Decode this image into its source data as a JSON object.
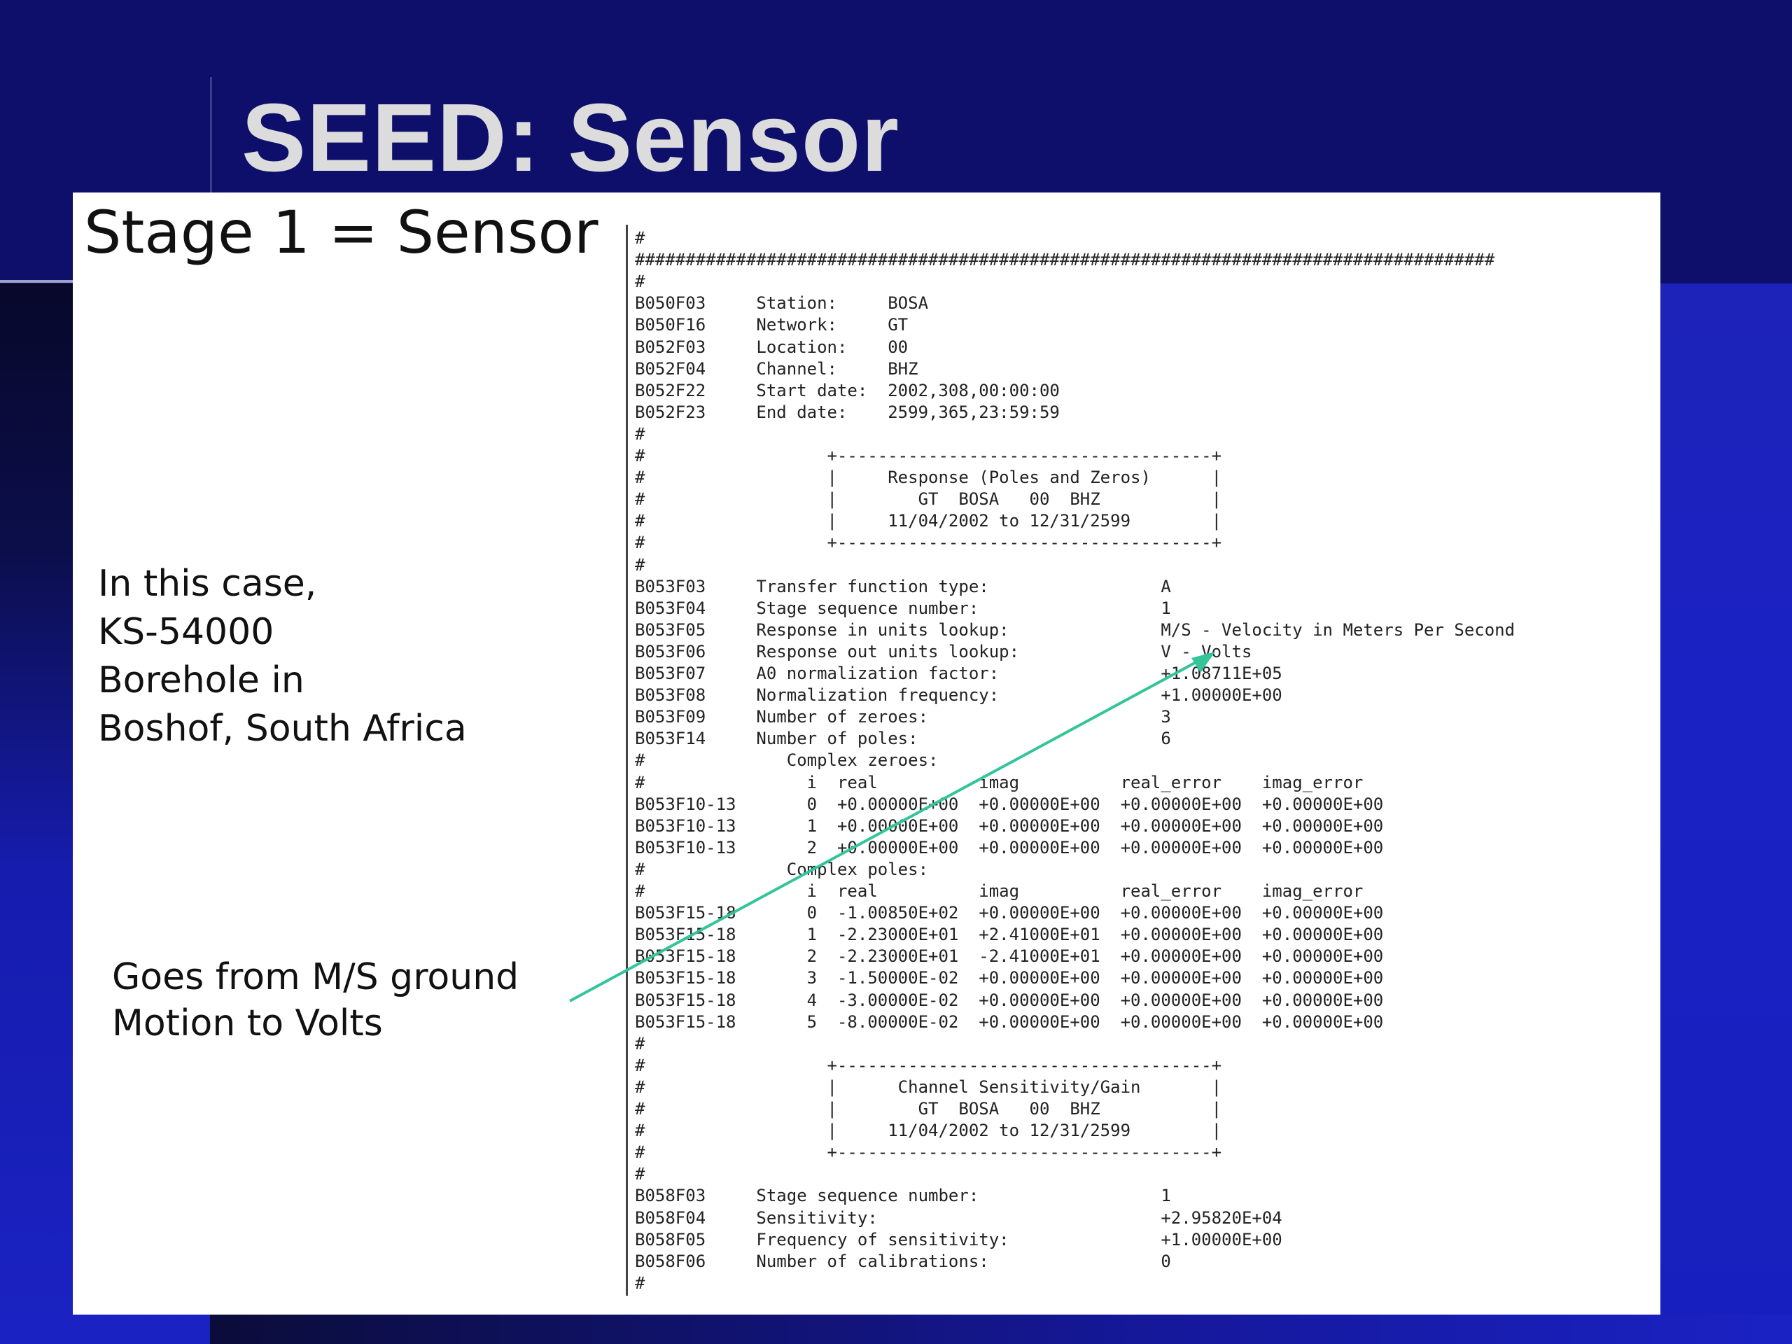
{
  "slide": {
    "title": "SEED: Sensor"
  },
  "panel": {
    "stage_heading": "Stage 1 = Sensor",
    "case_lines": [
      "In this case,",
      "KS-54000",
      "Borehole in",
      "Boshof, South Africa"
    ],
    "arrow_caption_lines": [
      "Goes from M/S ground",
      "Motion to Volts"
    ]
  },
  "listing": {
    "lines": [
      "#",
      "#####################################################################################",
      "#",
      "B050F03     Station:     BOSA",
      "B050F16     Network:     GT",
      "B052F03     Location:    00",
      "B052F04     Channel:     BHZ",
      "B052F22     Start date:  2002,308,00:00:00",
      "B052F23     End date:    2599,365,23:59:59",
      "#",
      "#                  +-------------------------------------+",
      "#                  |     Response (Poles and Zeros)      |",
      "#                  |        GT  BOSA   00  BHZ           |",
      "#                  |     11/04/2002 to 12/31/2599        |",
      "#                  +-------------------------------------+",
      "#",
      "B053F03     Transfer function type:                 A",
      "B053F04     Stage sequence number:                  1",
      "B053F05     Response in units lookup:               M/S - Velocity in Meters Per Second",
      "B053F06     Response out units lookup:              V - Volts",
      "B053F07     A0 normalization factor:                +1.08711E+05",
      "B053F08     Normalization frequency:                +1.00000E+00",
      "B053F09     Number of zeroes:                       3",
      "B053F14     Number of poles:                        6",
      "#              Complex zeroes:",
      "#                i  real          imag          real_error    imag_error",
      "B053F10-13       0  +0.00000E+00  +0.00000E+00  +0.00000E+00  +0.00000E+00",
      "B053F10-13       1  +0.00000E+00  +0.00000E+00  +0.00000E+00  +0.00000E+00",
      "B053F10-13       2  +0.00000E+00  +0.00000E+00  +0.00000E+00  +0.00000E+00",
      "#              Complex poles:",
      "#                i  real          imag          real_error    imag_error",
      "B053F15-18       0  -1.00850E+02  +0.00000E+00  +0.00000E+00  +0.00000E+00",
      "B053F15-18       1  -2.23000E+01  +2.41000E+01  +0.00000E+00  +0.00000E+00",
      "B053F15-18       2  -2.23000E+01  -2.41000E+01  +0.00000E+00  +0.00000E+00",
      "B053F15-18       3  -1.50000E-02  +0.00000E+00  +0.00000E+00  +0.00000E+00",
      "B053F15-18       4  -3.00000E-02  +0.00000E+00  +0.00000E+00  +0.00000E+00",
      "B053F15-18       5  -8.00000E-02  +0.00000E+00  +0.00000E+00  +0.00000E+00",
      "#",
      "#                  +-------------------------------------+",
      "#                  |      Channel Sensitivity/Gain       |",
      "#                  |        GT  BOSA   00  BHZ           |",
      "#                  |     11/04/2002 to 12/31/2599        |",
      "#                  +-------------------------------------+",
      "#",
      "B058F03     Stage sequence number:                  1",
      "B058F04     Sensitivity:                            +2.95820E+04",
      "B058F05     Frequency of sensitivity:               +1.00000E+00",
      "B058F06     Number of calibrations:                 0",
      "#"
    ]
  },
  "colors": {
    "background_dark": "#0e0f6a",
    "background_blue": "#1a22c4",
    "title_text": "#dcdcdc",
    "panel": "#ffffff",
    "arrow": "#33c49a"
  }
}
